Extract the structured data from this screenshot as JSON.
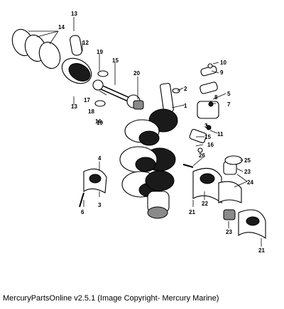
{
  "caption": "MercuryPartsOnline v2.5.1 (Image Copyright- Mercury Marine)",
  "callouts": [
    "1",
    "2",
    "3",
    "3",
    "4",
    "5",
    "6",
    "7",
    "8",
    "9",
    "10",
    "11",
    "12",
    "13",
    "13",
    "14",
    "15",
    "15",
    "16",
    "16",
    "17",
    "18",
    "19",
    "19",
    "20",
    "21",
    "21",
    "22",
    "23",
    "23",
    "24",
    "25",
    "26"
  ]
}
